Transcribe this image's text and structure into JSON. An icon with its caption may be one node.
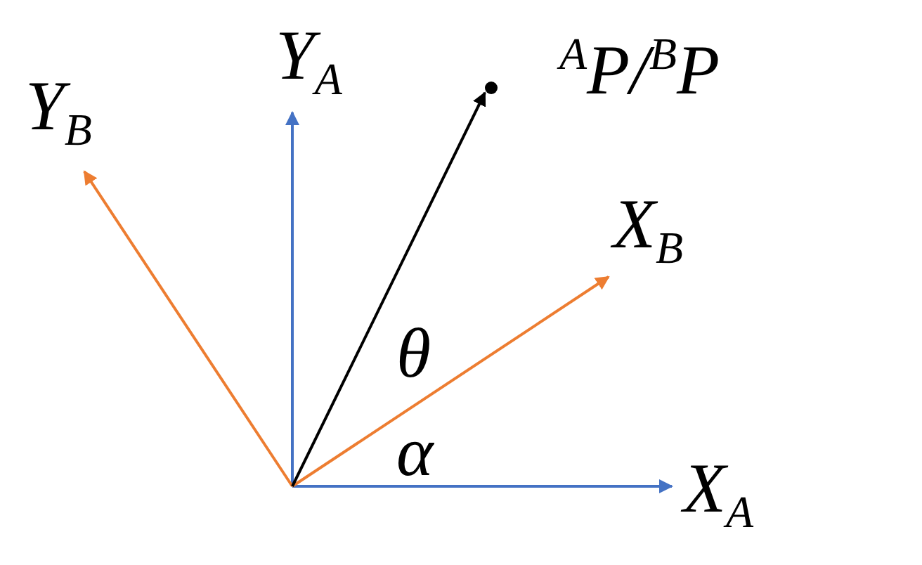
{
  "diagram": {
    "nodes": [
      {
        "text": [
          "Y$_{B}$"
        ]
      },
      {
        "text": [
          "Y$_{A}$"
        ]
      },
      {
        "text": [],
        "shape": "circle",
        "beside": [
          "$^{A}$P/$^{B}$P"
        ]
      },
      {
        "text": [
          "X$_{B}$"
        ]
      },
      {
        "text": [
          "X$_{A}$"
        ]
      }
    ],
    "edges": [
      {
        "from": null,
        "to": 4,
        "arrow": "to",
        "color": "#4472c4"
      },
      {
        "from": null,
        "to": 1,
        "arrow": "to",
        "color": "#4472c4"
      },
      {
        "from": null,
        "to": 0,
        "arrow": "to",
        "color": "#ed7d31"
      },
      {
        "from": null,
        "to": 3,
        "arrow": "to",
        "color": "#ed7d31"
      },
      {
        "from": null,
        "to": 2,
        "arrow": "to",
        "color": "#000000"
      }
    ],
    "labels": [
      "θ",
      "α"
    ]
  }
}
